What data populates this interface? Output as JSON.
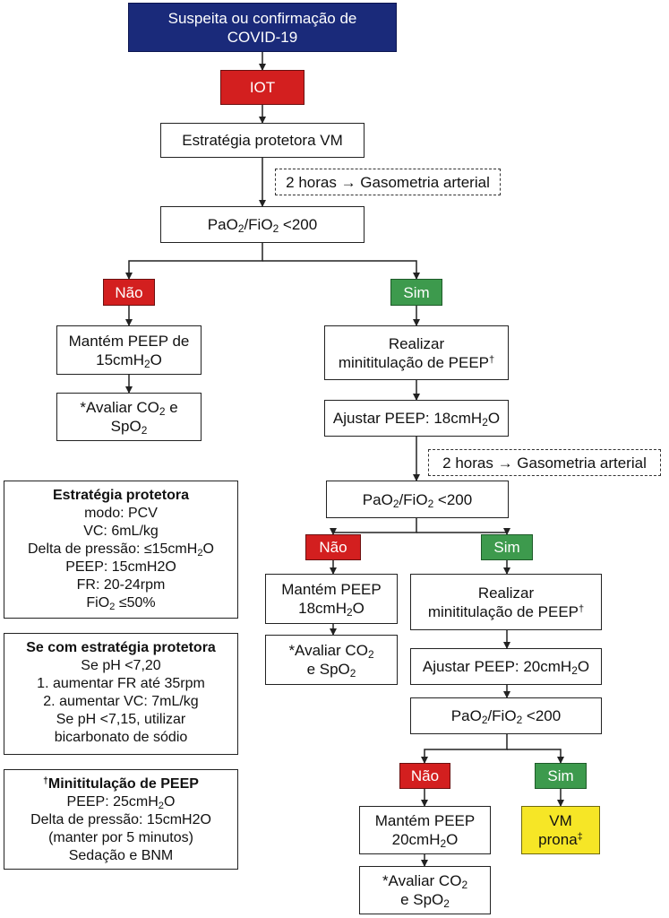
{
  "flow": {
    "start": "Suspeita ou confirmação de COVID-19",
    "iot": "IOT",
    "strategy": "Estratégia protetora VM",
    "wait1": "2 horas → Gasometria arterial",
    "cond1": {
      "a": "PaO",
      "s1": "2",
      "b": "/FiO",
      "s2": "2",
      "c": " <200"
    },
    "no1": "Não",
    "yes1": "Sim",
    "keep1": {
      "a": "Mantém PEEP de",
      "b": "15cmH",
      "s": "2",
      "c": "O"
    },
    "eval1": {
      "a": "*Avaliar CO",
      "s1": "2",
      "b": " e",
      "c": "SpO",
      "s2": "2"
    },
    "titr1": {
      "a": "Realizar",
      "b": "minititulação de PEEP",
      "sup": "†"
    },
    "adjust1": {
      "a": "Ajustar PEEP: 18cmH",
      "s": "2",
      "b": "O"
    },
    "wait2": "2 horas → Gasometria arterial",
    "cond2": {
      "a": "PaO",
      "s1": "2",
      "b": "/FiO",
      "s2": "2",
      "c": " <200"
    },
    "no2": "Não",
    "yes2": "Sim",
    "keep2": {
      "a": "Mantém PEEP",
      "b": "18cmH",
      "s": "2",
      "c": "O"
    },
    "eval2": {
      "a": "*Avaliar CO",
      "s1": "2",
      "b": "e SpO",
      "s2": "2"
    },
    "titr2": {
      "a": "Realizar",
      "b": "minititulação de PEEP",
      "sup": "†"
    },
    "adjust2": {
      "a": "Ajustar PEEP: 20cmH",
      "s": "2",
      "b": "O"
    },
    "cond3": {
      "a": "PaO",
      "s1": "2",
      "b": "/FiO",
      "s2": "2",
      "c": " <200"
    },
    "no3": "Não",
    "yes3": "Sim",
    "keep3": {
      "a": "Mantém PEEP",
      "b": "20cmH",
      "s": "2",
      "c": "O"
    },
    "vm": {
      "a": "VM",
      "b": "prona",
      "sup": "‡"
    },
    "eval3": {
      "a": "*Avaliar CO",
      "s1": "2",
      "b": "e SpO",
      "s2": "2"
    }
  },
  "notes": {
    "protective": {
      "title": "Estratégia protetora",
      "l1": "modo: PCV",
      "l2": "VC: 6mL/kg",
      "l3a": "Delta de pressão: ≤15cmH",
      "l3s": "2",
      "l3b": "O",
      "l4": "PEEP: 15cmH2O",
      "l5": "FR: 20-24rpm",
      "l6a": "FiO",
      "l6s": "2",
      "l6b": " ≤50%"
    },
    "ifprotective": {
      "title": "Se com estratégia protetora",
      "l1": "Se pH <7,20",
      "l2": "1. aumentar FR até 35rpm",
      "l3": "2. aumentar VC: 7mL/kg",
      "l4": "Se pH <7,15, utilizar",
      "l5": "bicarbonato de sódio"
    },
    "titration": {
      "sup": "†",
      "title": "Minititulação de PEEP",
      "l1a": "PEEP: 25cmH",
      "l1s": "2",
      "l1b": "O",
      "l2": "Delta de pressão: 15cmH2O",
      "l3": "(manter por 5 minutos)",
      "l4": "Sedação e BNM"
    }
  },
  "colors": {
    "navy": "#1a2a7a",
    "red": "#d31f1f",
    "green": "#3d9a4d",
    "yellow": "#f6e626"
  }
}
